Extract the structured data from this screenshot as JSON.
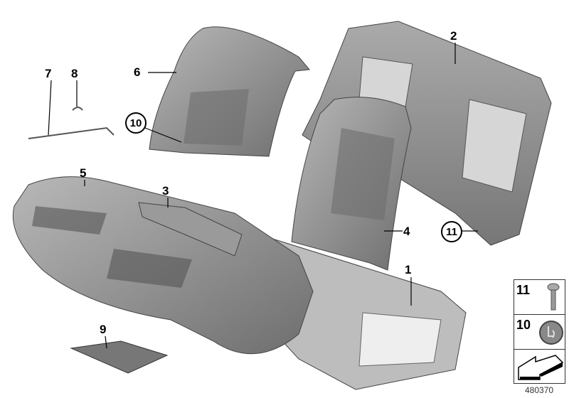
{
  "diagram": {
    "callouts": [
      "1",
      "2",
      "3",
      "4",
      "5",
      "6",
      "7",
      "8",
      "9"
    ],
    "circled_callouts": [
      "10",
      "11"
    ],
    "part_color": "#8a8a8a",
    "part_dark": "#5a5a5a"
  },
  "legend": {
    "items": [
      {
        "number": "11",
        "icon": "screw-icon"
      },
      {
        "number": "10",
        "icon": "child-seat-anchor-cap-icon"
      },
      {
        "number": "",
        "icon": "direction-arrow-icon"
      }
    ]
  },
  "document_id": "480370"
}
